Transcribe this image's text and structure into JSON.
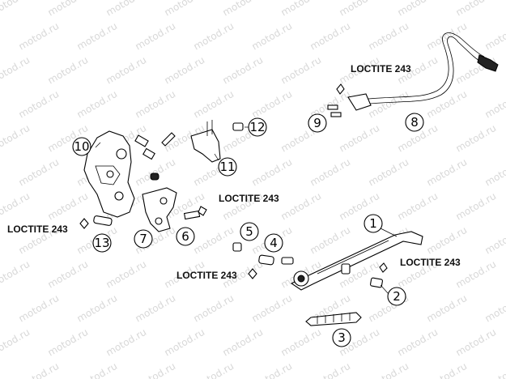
{
  "watermark": "motod.ru",
  "loctite_labels": [
    "LOCTITE 243",
    "LOCTITE 243",
    "LOCTITE 243",
    "LOCTITE 243",
    "LOCTITE 243"
  ],
  "callouts": [
    "1",
    "2",
    "3",
    "4",
    "5",
    "6",
    "7",
    "8",
    "9",
    "10",
    "11",
    "12",
    "13"
  ],
  "colors": {
    "ink": "#000000",
    "watermark": "#d8d8d8",
    "background": "#ffffff"
  }
}
